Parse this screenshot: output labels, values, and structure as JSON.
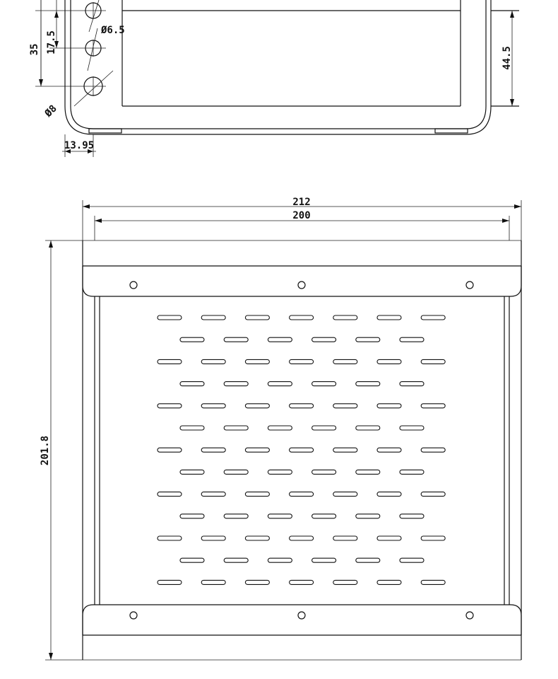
{
  "drawing": {
    "side_view": {
      "dimensions": {
        "hole_spacing": "17.5",
        "hole_diameter": "Ø6.5",
        "bracket_height": "35",
        "large_hole": "Ø8",
        "bend_offset": "13.95",
        "side_height": "44.5"
      }
    },
    "top_view": {
      "dimensions": {
        "outer_width": "212",
        "inner_width": "200",
        "depth": "201.8"
      },
      "slots": {
        "rows_long": 7,
        "rows_short": 6,
        "per_long_row": 7,
        "per_short_row": 6
      },
      "mount_holes_per_edge": 3
    }
  }
}
